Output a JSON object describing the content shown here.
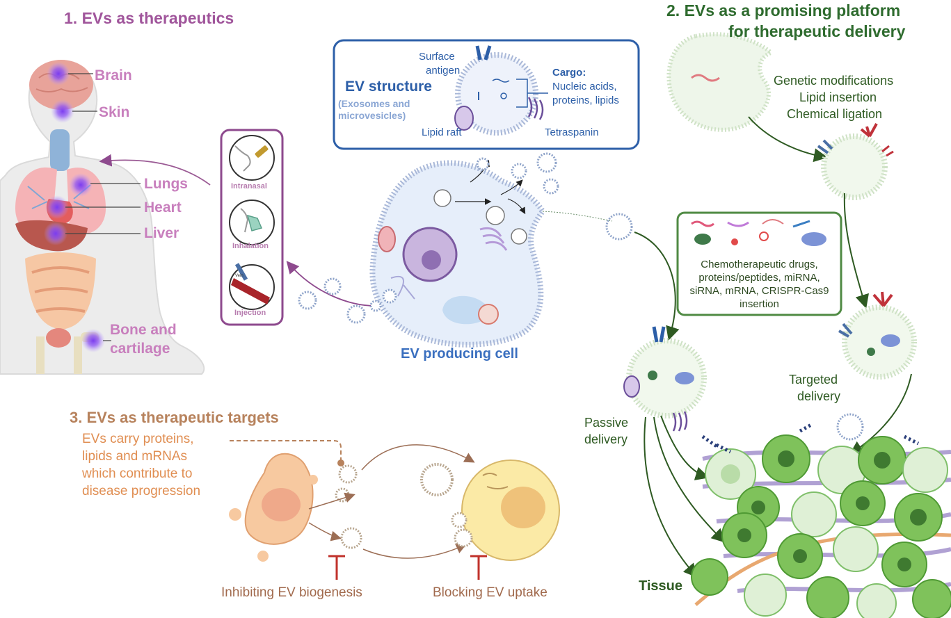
{
  "therapeutics": {
    "title": "1. EVs as therapeutics",
    "organs": [
      "Brain",
      "Skin",
      "Lungs",
      "Heart",
      "Liver",
      "Bone and",
      "cartilage"
    ],
    "routes": [
      "Intranasal",
      "Inhalation",
      "Injection"
    ],
    "vein_label": "Vein"
  },
  "platform": {
    "title_line1": "2. EVs as a promising platform",
    "title_line2": "for therapeutic delivery",
    "methods": [
      "Genetic modifications",
      "Lipid insertion",
      "Chemical ligation"
    ],
    "cargo_box": [
      "Chemotherapeutic drugs,",
      "proteins/peptides, miRNA,",
      "siRNA, mRNA, CRISPR-Cas9",
      "insertion"
    ],
    "targeted_line1": "Targeted",
    "targeted_line2": "delivery",
    "passive_line1": "Passive",
    "passive_line2": "delivery",
    "tissue": "Tissue"
  },
  "structure": {
    "title": "EV structure",
    "subtitle_line1": "(Exosomes and",
    "subtitle_line2": "microvesicles)",
    "surface_line1": "Surface",
    "surface_line2": "antigen",
    "cargo_title": "Cargo:",
    "cargo_line1": "Nucleic acids,",
    "cargo_line2": "proteins, lipids",
    "lipid_raft": "Lipid raft",
    "tetraspanin": "Tetraspanin"
  },
  "cell": {
    "label": "EV producing cell"
  },
  "targets": {
    "title": "3. EVs as therapeutic targets",
    "desc": [
      "EVs carry proteins,",
      "lipids and mRNAs",
      "which contribute to",
      "disease progression"
    ],
    "inhibit": "Inhibiting EV biogenesis",
    "block": "Blocking EV uptake"
  },
  "colors": {
    "purple": "#a0559b",
    "green": "#2e6b2e",
    "blue": "#2d5fa8",
    "brown": "#b7825c",
    "orange": "#e08e52",
    "block_red": "#c0322b"
  }
}
